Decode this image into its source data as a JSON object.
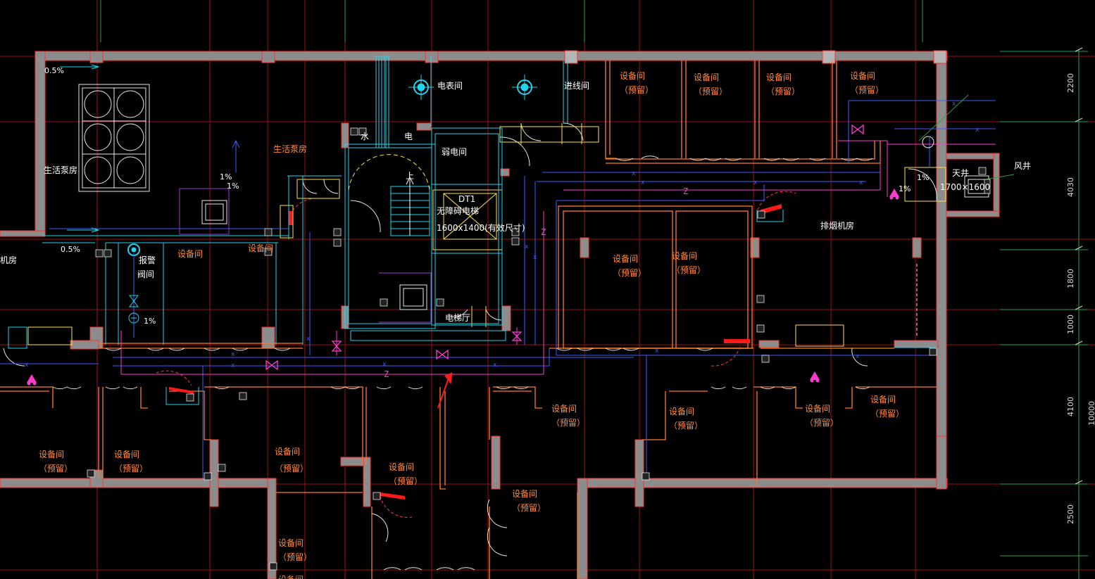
{
  "colors": {
    "background": "#000000",
    "axis_red": "#9a1010",
    "axis_green": "#2ea043",
    "wall_fill": "#8c8c8c",
    "wall_edge": "#ff3030",
    "partition_orange": "#ff7a2a",
    "door_white": "#e8e8e8",
    "cyan": "#22d3ee",
    "blue_pipe": "#3d5cff",
    "magenta_pipe": "#ff3ad1",
    "yellow": "#ffe24a",
    "purple": "#9a3cc8",
    "label_orange": "#ff8c3a",
    "label_white": "#ffffff"
  },
  "rooms": {
    "r_pump_a": "生活泵房",
    "r_pump_b": "生活泵房",
    "r_meter": "电表间",
    "r_line_in": "进线间",
    "r_weak": "弱电间",
    "r_elev": "无障碍电梯",
    "r_elev_code": "DT1",
    "r_elev_size": "1600x1400(有效尺寸)",
    "r_elev_hall": "电梯厅",
    "r_smoke": "排烟机房",
    "r_alarm_1": "报警",
    "r_alarm_2": "阀间",
    "r_sky_well": "天井",
    "r_sky_well_dim": "1700×1600",
    "r_cut_left": "机房",
    "r_water": "水",
    "r_elec": "电",
    "r_up": "上",
    "r_right_edge": "风井",
    "r_equip": "设备间",
    "r_reserved": "（预留）"
  },
  "slopes": {
    "s1": "0.5%",
    "s2": "0.5%",
    "s3": "1%",
    "s4": "1%",
    "s5": "1%",
    "s6": "1%",
    "s7": "1%"
  },
  "dimensions": [
    "2200",
    "4030",
    "1800",
    "1000",
    "4100",
    "2500",
    "10000"
  ],
  "pipe_marks": {
    "x": "x",
    "z": "Z"
  }
}
